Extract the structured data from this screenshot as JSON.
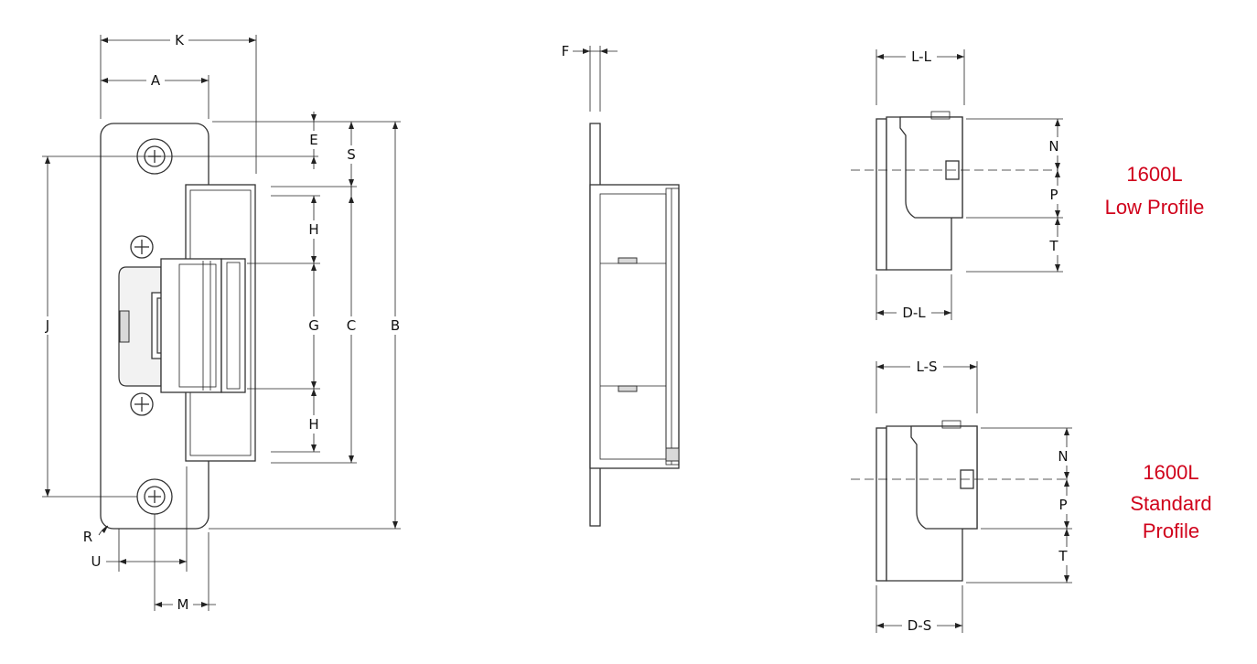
{
  "colors": {
    "line": "#222222",
    "profile_text": "#d0021b"
  },
  "dimension_labels": {
    "K": "K",
    "A": "A",
    "E": "E",
    "S": "S",
    "J": "J",
    "H_top": "H",
    "G": "G",
    "C": "C",
    "B": "B",
    "H_bottom": "H",
    "R": "R",
    "U": "U",
    "M": "M",
    "F": "F",
    "LL": "L-L",
    "N_low": "N",
    "P_low": "P",
    "T_low": "T",
    "DL": "D-L",
    "LS": "L-S",
    "N_std": "N",
    "P_std": "P",
    "T_std": "T",
    "DS": "D-S"
  },
  "profiles": {
    "low": {
      "line1": "1600L",
      "line2": "Low Profile"
    },
    "standard": {
      "line1": "1600L",
      "line2": "Standard",
      "line3": "Profile"
    }
  }
}
